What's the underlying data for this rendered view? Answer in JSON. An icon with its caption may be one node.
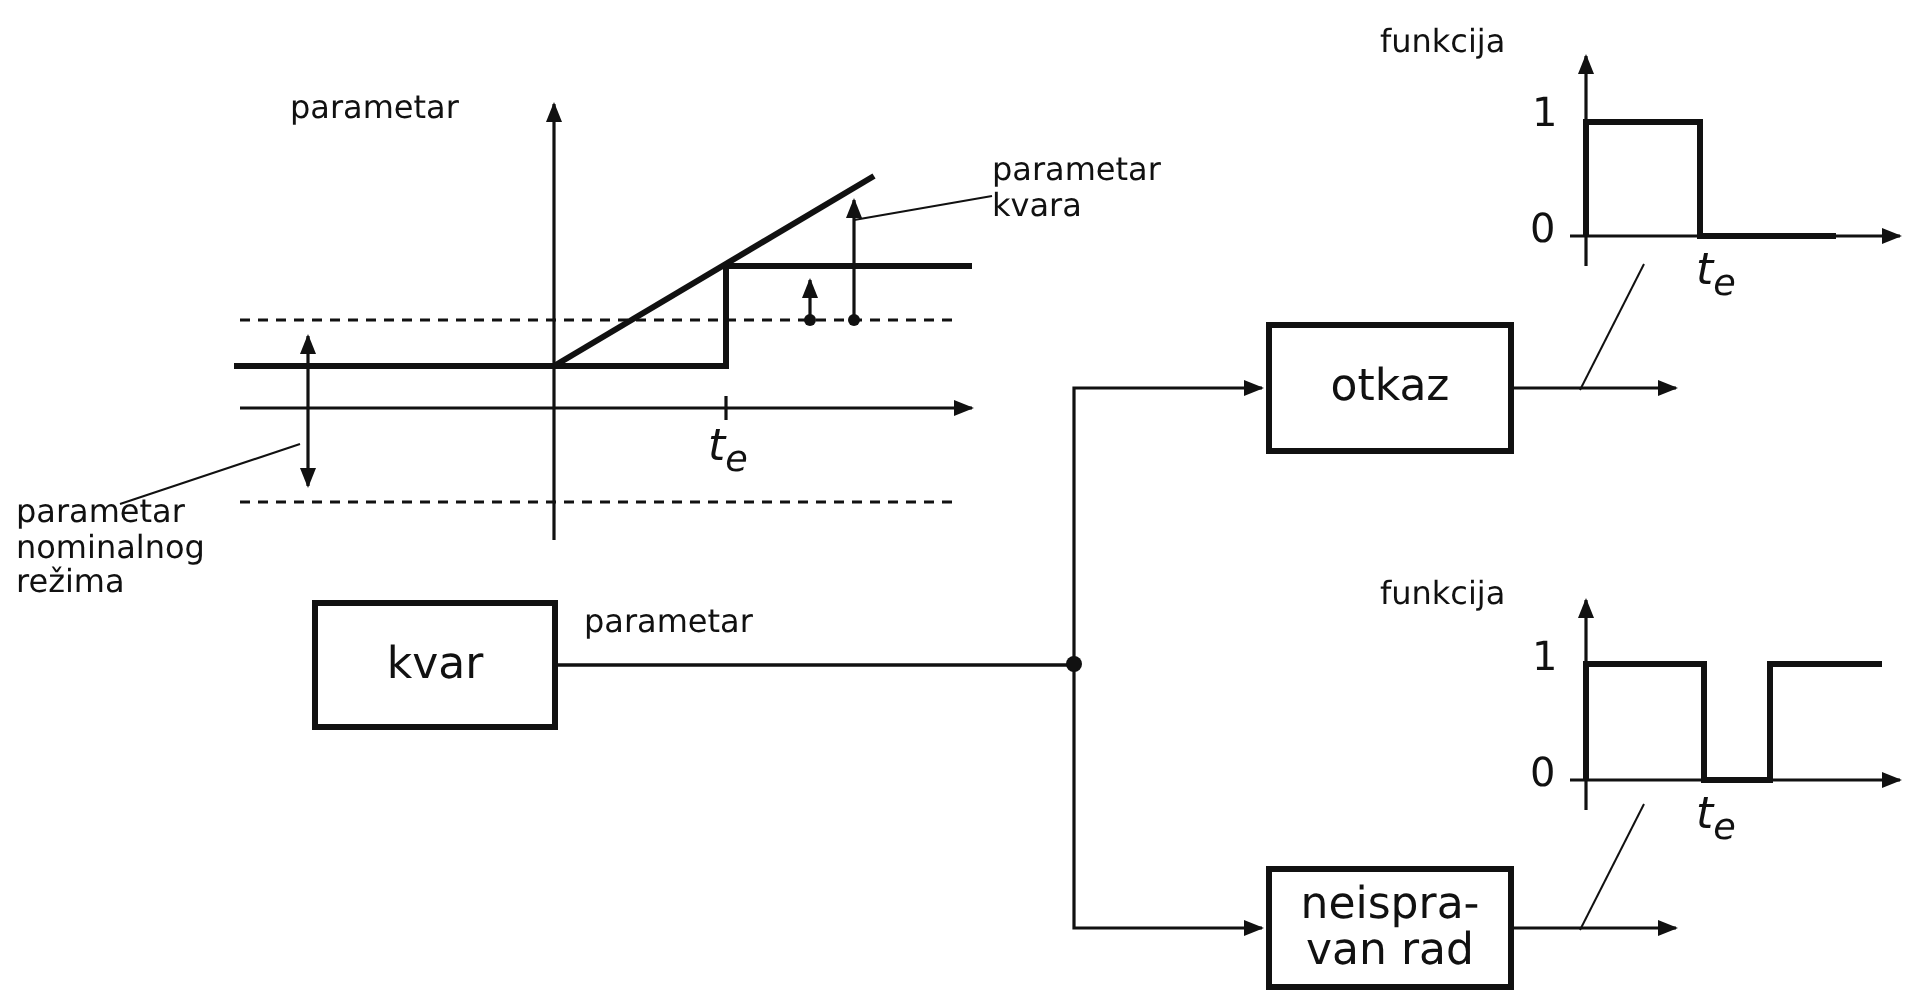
{
  "diagram": {
    "nodes": [
      {
        "text": [
          "parametar",
          "t$_{e}$"
        ]
      },
      {
        "text": [
          "parametar kvara"
        ]
      },
      {
        "text": [
          "parametar nominalnog režima"
        ]
      },
      {
        "text": [
          "funkcija",
          "1",
          "0",
          "t$_{e}$"
        ]
      },
      {
        "text": [
          "otkaz"
        ]
      },
      {
        "text": [
          "kvar"
        ]
      },
      {
        "text": [
          "funkcija",
          "1",
          "0",
          "t$_{e}$"
        ]
      },
      {
        "text": [
          "neispra-van rad"
        ]
      }
    ],
    "edges": [
      {
        "from": 5,
        "to": 4,
        "arrow": "to",
        "label": "parametar"
      },
      {
        "from": 5,
        "to": 7,
        "arrow": "to"
      },
      {
        "from": 4,
        "to": null,
        "arrow": "to"
      },
      {
        "from": 7,
        "to": null,
        "arrow": "to"
      },
      {
        "from": 3,
        "to": null,
        "arrow": "none"
      },
      {
        "from": 6,
        "to": null,
        "arrow": "none"
      },
      {
        "from": 1,
        "to": 0,
        "arrow": "none"
      },
      {
        "from": 2,
        "to": 0,
        "arrow": "none"
      }
    ]
  }
}
